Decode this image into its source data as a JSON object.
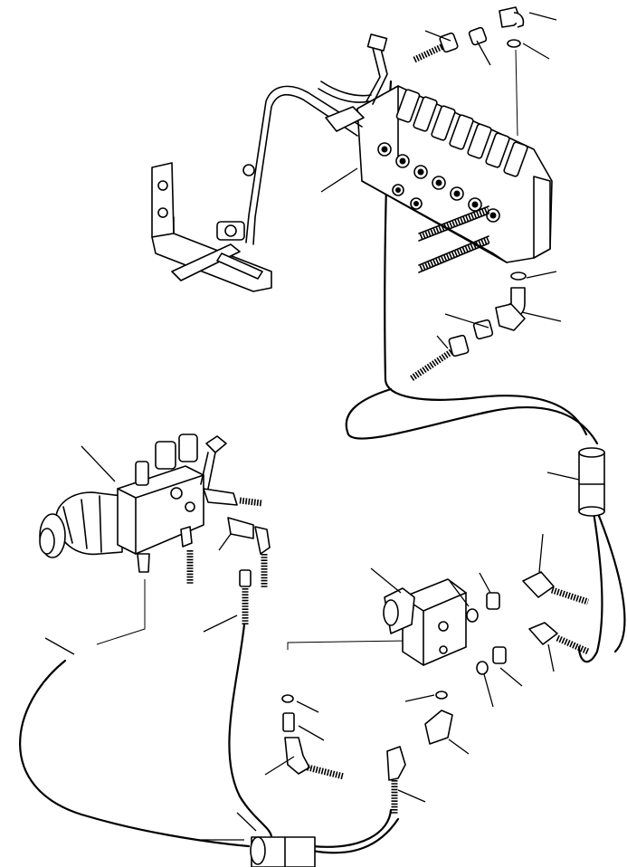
{
  "diagram": {
    "kind": "hydraulic-piping-exploded-view",
    "components": [
      "control-valve-bank",
      "valve-mounting-bracket",
      "hydraulic-motor-valve-block",
      "solenoid-valve-block",
      "hose-protective-sleeve",
      "elbow-fitting",
      "adapter-fitting",
      "o-ring",
      "hydraulic-hose",
      "tee-fitting"
    ]
  }
}
